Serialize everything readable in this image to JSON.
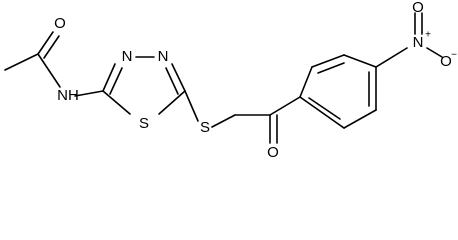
{
  "molecule": {
    "atoms": {
      "amide_oxygen": "O",
      "amide_nitrogen": "NH",
      "ring_nitrogen_1": "N",
      "ring_nitrogen_2": "N",
      "ring_sulfur": "S",
      "thioether_sulfur": "S",
      "ketone_oxygen": "O",
      "nitro_nitrogen": "N",
      "nitro_plus": "+",
      "nitro_oxygen_1": "O",
      "nitro_oxygen_2": "O",
      "nitro_minus": "−"
    },
    "colors": {
      "bond": "#000000",
      "label": "#000000",
      "background": "#ffffff"
    }
  }
}
